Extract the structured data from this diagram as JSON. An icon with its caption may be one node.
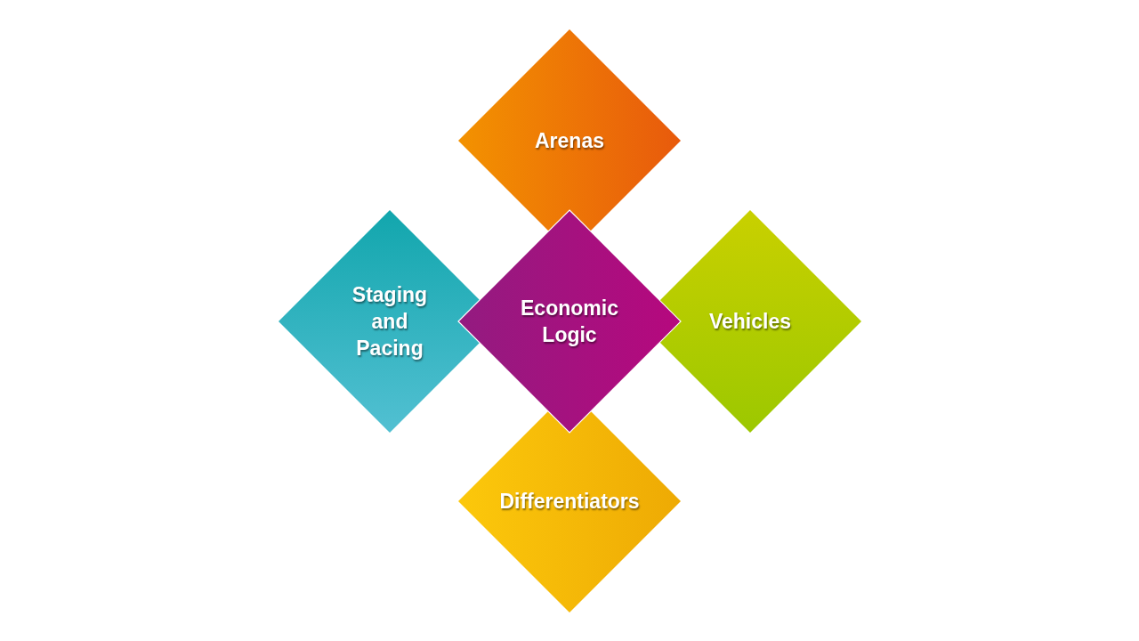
{
  "diagram": {
    "nodes": [
      {
        "text": [
          "Arenas"
        ]
      },
      {
        "text": [
          "Staging and Pacing"
        ]
      },
      {
        "text": [
          "Economic Logic"
        ]
      },
      {
        "text": [
          "Vehicles"
        ]
      },
      {
        "text": [
          "Differentiators"
        ]
      }
    ]
  }
}
